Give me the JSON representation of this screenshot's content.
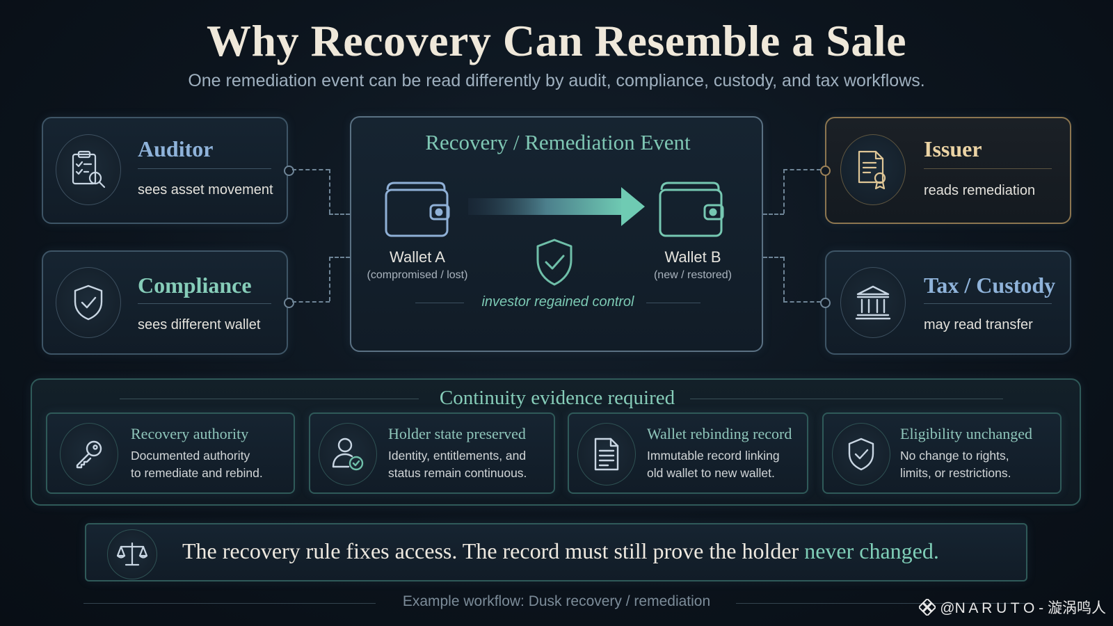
{
  "title": "Why Recovery Can Resemble a Sale",
  "subtitle": "One remediation event can be read differently by audit, compliance, custody, and tax workflows.",
  "roles": {
    "auditor": {
      "title": "Auditor",
      "desc": "sees asset movement",
      "icon": "clipboard-search-icon"
    },
    "compliance": {
      "title": "Compliance",
      "desc": "sees different wallet",
      "icon": "shield-check-icon"
    },
    "issuer": {
      "title": "Issuer",
      "desc": "reads remediation",
      "icon": "certificate-document-icon"
    },
    "tax_custody": {
      "title": "Tax / Custody",
      "desc": "may read transfer",
      "icon": "bank-building-icon"
    }
  },
  "event": {
    "title": "Recovery / Remediation Event",
    "wallet_a": {
      "label": "Wallet A",
      "sub": "(compromised / lost)"
    },
    "wallet_b": {
      "label": "Wallet B",
      "sub": "(new / restored)"
    },
    "caption": "investor regained control"
  },
  "continuity": {
    "heading": "Continuity evidence required",
    "items": [
      {
        "title": "Recovery authority",
        "line1": "Documented authority",
        "line2": "to remediate and rebind.",
        "icon": "key-icon"
      },
      {
        "title": "Holder state preserved",
        "line1": "Identity, entitlements, and",
        "line2": "status remain continuous.",
        "icon": "user-check-icon"
      },
      {
        "title": "Wallet rebinding record",
        "line1": "Immutable record linking",
        "line2": "old wallet to new wallet.",
        "icon": "document-icon"
      },
      {
        "title": "Eligibility unchanged",
        "line1": "No change to rights,",
        "line2": "limits, or restrictions.",
        "icon": "shield-check-icon"
      }
    ]
  },
  "conclusion": {
    "text_main": "The recovery rule fixes access. The record must still prove the holder",
    "text_highlight": "never changed.",
    "icon": "scales-icon"
  },
  "footer": "Example workflow: Dusk recovery / remediation",
  "watermark": "@N A R U T O - 漩涡鸣人",
  "colors": {
    "background": "#0c141d",
    "teal_accent": "#73c4b2",
    "blue_accent": "#8fb3da",
    "gold_accent": "#e9d3a6",
    "title_cream": "#efe8da"
  }
}
